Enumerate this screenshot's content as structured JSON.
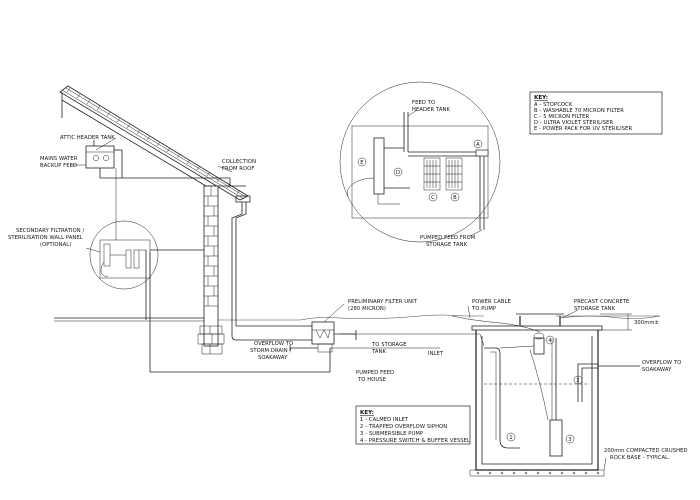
{
  "labels": {
    "attic_header_tank": "ATTIC HEADER TANK",
    "mains_water_1": "MAINS WATER",
    "mains_water_2": "BACKUP FEED",
    "secondary_1": "SECONDARY FILTRATION /",
    "secondary_2": "STERILISATION WALL PANEL",
    "secondary_3": "(OPTIONAL)",
    "collection_1": "COLLECTION",
    "collection_2": "FROM ROOF",
    "feed_header_1": "FEED TO",
    "feed_header_2": "HEADER TANK",
    "pumped_feed_storage_1": "PUMPED FEED FROM",
    "pumped_feed_storage_2": "STORAGE TANK",
    "preliminary_1": "PRELIMINARY FILTER UNIT",
    "preliminary_2": "(280 MICRON)",
    "overflow_storm_1": "OVERFLOW TO",
    "overflow_storm_2": "STORM DRAIN /",
    "overflow_storm_3": "SOAKAWAY",
    "to_storage_1": "TO STORAGE",
    "to_storage_2": "TANK",
    "pumped_house_1": "PUMPED FEED",
    "pumped_house_2": "TO HOUSE",
    "power_cable_1": "POWER CABLE",
    "power_cable_2": "TO PUMP",
    "precast_1": "PRECAST CONCRETE",
    "precast_2": "STORAGE TANK",
    "depth": "300mm±",
    "inlet": "INLET",
    "overflow_soak_1": "OVERFLOW TO",
    "overflow_soak_2": "SOAKAWAY",
    "base_1": "200mm COMPACTED CRUSHED",
    "base_2": "ROCK BASE - TYPICAL."
  },
  "markers": {
    "A": "A",
    "B": "B",
    "C": "C",
    "D": "D",
    "E": "E",
    "n1": "1",
    "n2": "2",
    "n3": "3",
    "n4": "4"
  },
  "key_letters": {
    "title": "KEY:",
    "items": [
      "A - STOPCOCK",
      "B - WASHABLE 70 MICRON FILTER",
      "C - 5 MICRON FILTER",
      "D - ULTRA VIOLET STERILISER",
      "E - POWER PACK FOR UV STERILISER"
    ]
  },
  "key_numbers": {
    "title": "KEY:",
    "items": [
      "1 - CALMED INLET",
      "2 - TRAPPED OVERFLOW SIPHON",
      "3 - SUBMERSIBLE PUMP",
      "4 - PRESSURE SWITCH & BUFFER VESSEL"
    ]
  }
}
